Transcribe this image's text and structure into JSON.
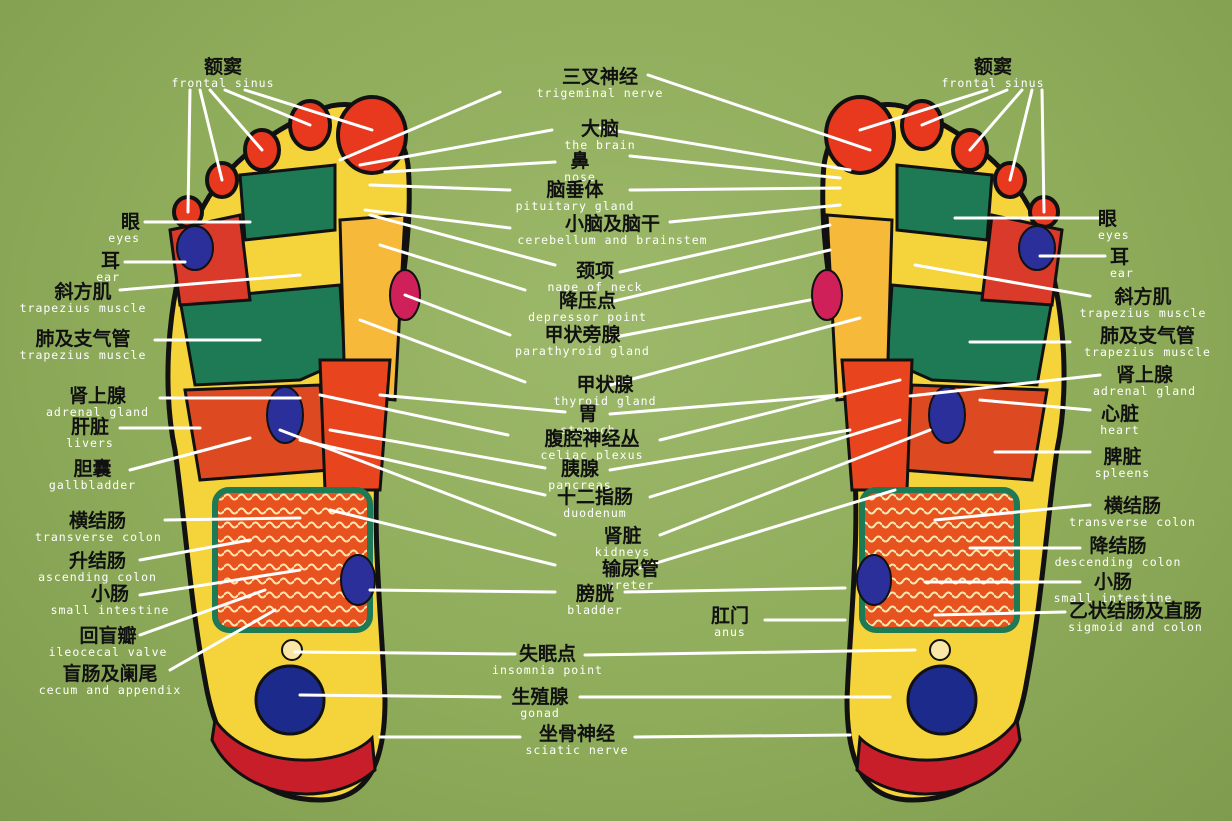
{
  "labels": {
    "frontal_sinus_l": {
      "zh": "额窦",
      "en": "frontal sinus"
    },
    "frontal_sinus_r": {
      "zh": "额窦",
      "en": "frontal sinus"
    },
    "trigeminal": {
      "zh": "三叉神经",
      "en": "trigeminal nerve"
    },
    "brain": {
      "zh": "大脑",
      "en": "the brain"
    },
    "nose": {
      "zh": "鼻",
      "en": "nose"
    },
    "pituitary": {
      "zh": "脑垂体",
      "en": "pituitary gland"
    },
    "cerebellum": {
      "zh": "小脑及脑干",
      "en": "cerebellum and brainstem"
    },
    "nape": {
      "zh": "颈项",
      "en": "nape of neck"
    },
    "depressor": {
      "zh": "降压点",
      "en": "depressor point"
    },
    "parathyroid": {
      "zh": "甲状旁腺",
      "en": "parathyroid gland"
    },
    "thyroid": {
      "zh": "甲状腺",
      "en": "thyroid gland"
    },
    "stomach": {
      "zh": "胃",
      "en": "stomach"
    },
    "celiac": {
      "zh": "腹腔神经丛",
      "en": "celiac plexus"
    },
    "pancreas": {
      "zh": "胰腺",
      "en": "pancreas"
    },
    "duodenum": {
      "zh": "十二指肠",
      "en": "duodenum"
    },
    "kidneys": {
      "zh": "肾脏",
      "en": "kidneys"
    },
    "ureter": {
      "zh": "输尿管",
      "en": "ureter"
    },
    "bladder": {
      "zh": "膀胱",
      "en": "bladder"
    },
    "insomnia": {
      "zh": "失眠点",
      "en": "insomnia point"
    },
    "gonad": {
      "zh": "生殖腺",
      "en": "gonad"
    },
    "sciatic": {
      "zh": "坐骨神经",
      "en": "sciatic nerve"
    },
    "eyes_l": {
      "zh": "眼",
      "en": "eyes"
    },
    "ear_l": {
      "zh": "耳",
      "en": "ear"
    },
    "trap_l": {
      "zh": "斜方肌",
      "en": "trapezius muscle"
    },
    "lung_l": {
      "zh": "肺及支气管",
      "en": "trapezius muscle"
    },
    "adrenal_l": {
      "zh": "肾上腺",
      "en": "adrenal gland"
    },
    "liver": {
      "zh": "肝脏",
      "en": "livers"
    },
    "gallbladder": {
      "zh": "胆囊",
      "en": "gallbladder"
    },
    "transverse_l": {
      "zh": "横结肠",
      "en": "transverse colon"
    },
    "ascending": {
      "zh": "升结肠",
      "en": "ascending colon"
    },
    "small_int_l": {
      "zh": "小肠",
      "en": "small intestine"
    },
    "ileocecal": {
      "zh": "回盲瓣",
      "en": "ileocecal valve"
    },
    "cecum": {
      "zh": "盲肠及阑尾",
      "en": "cecum and appendix"
    },
    "eyes_r": {
      "zh": "眼",
      "en": "eyes"
    },
    "ear_r": {
      "zh": "耳",
      "en": "ear"
    },
    "trap_r": {
      "zh": "斜方肌",
      "en": "trapezius muscle"
    },
    "lung_r": {
      "zh": "肺及支气管",
      "en": "trapezius muscle"
    },
    "adrenal_r": {
      "zh": "肾上腺",
      "en": "adrenal gland"
    },
    "heart": {
      "zh": "心脏",
      "en": "heart"
    },
    "spleen": {
      "zh": "脾脏",
      "en": "spleens"
    },
    "transverse_r": {
      "zh": "横结肠",
      "en": "transverse colon"
    },
    "descending": {
      "zh": "降结肠",
      "en": "descending colon"
    },
    "small_int_r": {
      "zh": "小肠",
      "en": "small intestine"
    },
    "anus": {
      "zh": "肛门",
      "en": "anus"
    },
    "sigmoid": {
      "zh": "乙状结肠及直肠",
      "en": "sigmoid and colon"
    }
  },
  "colors": {
    "background": "#8eac5a",
    "sole": "#f5d33a",
    "toe_red": "#e8381e",
    "zone_green": "#1d7a55",
    "kidney_blue": "#1c2a8c",
    "heel_red": "#c81e2a",
    "outline": "#111111"
  }
}
